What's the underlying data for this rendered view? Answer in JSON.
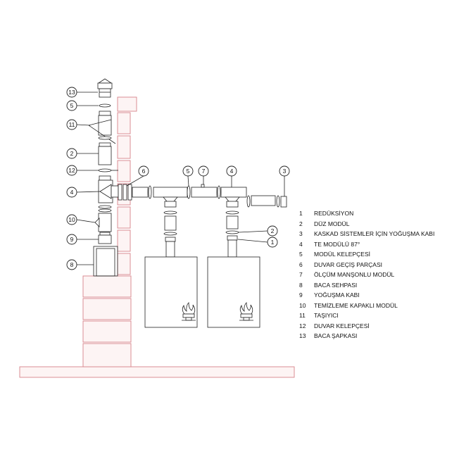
{
  "callouts": [
    {
      "num": "13"
    },
    {
      "num": "5"
    },
    {
      "num": "11"
    },
    {
      "num": "2"
    },
    {
      "num": "12"
    },
    {
      "num": "4"
    },
    {
      "num": "10"
    },
    {
      "num": "9"
    },
    {
      "num": "8"
    },
    {
      "num": "6"
    },
    {
      "num": "5"
    },
    {
      "num": "7"
    },
    {
      "num": "4"
    },
    {
      "num": "3"
    },
    {
      "num": "2"
    },
    {
      "num": "1"
    }
  ],
  "legend": [
    {
      "num": "1",
      "label": "REDÜKSİYON"
    },
    {
      "num": "2",
      "label": "DÜZ MODÜL"
    },
    {
      "num": "3",
      "label": "KASKAD SİSTEMLER İÇİN YOĞUŞMA KABI"
    },
    {
      "num": "4",
      "label": "TE MODÜLÜ 87°"
    },
    {
      "num": "5",
      "label": "MODÜL KELEPÇESİ"
    },
    {
      "num": "6",
      "label": "DUVAR GEÇİŞ PARÇASI"
    },
    {
      "num": "7",
      "label": "ÖLÇÜM MANŞONLU MODÜL"
    },
    {
      "num": "8",
      "label": "BACA SEHPASI"
    },
    {
      "num": "9",
      "label": "YOĞUŞMA KABI"
    },
    {
      "num": "10",
      "label": "TEMİZLEME KAPAKLI MODÜL"
    },
    {
      "num": "11",
      "label": "TAŞIYICI"
    },
    {
      "num": "12",
      "label": "DUVAR KELEPÇESİ"
    },
    {
      "num": "13",
      "label": "BACA ŞAPKASI"
    }
  ]
}
